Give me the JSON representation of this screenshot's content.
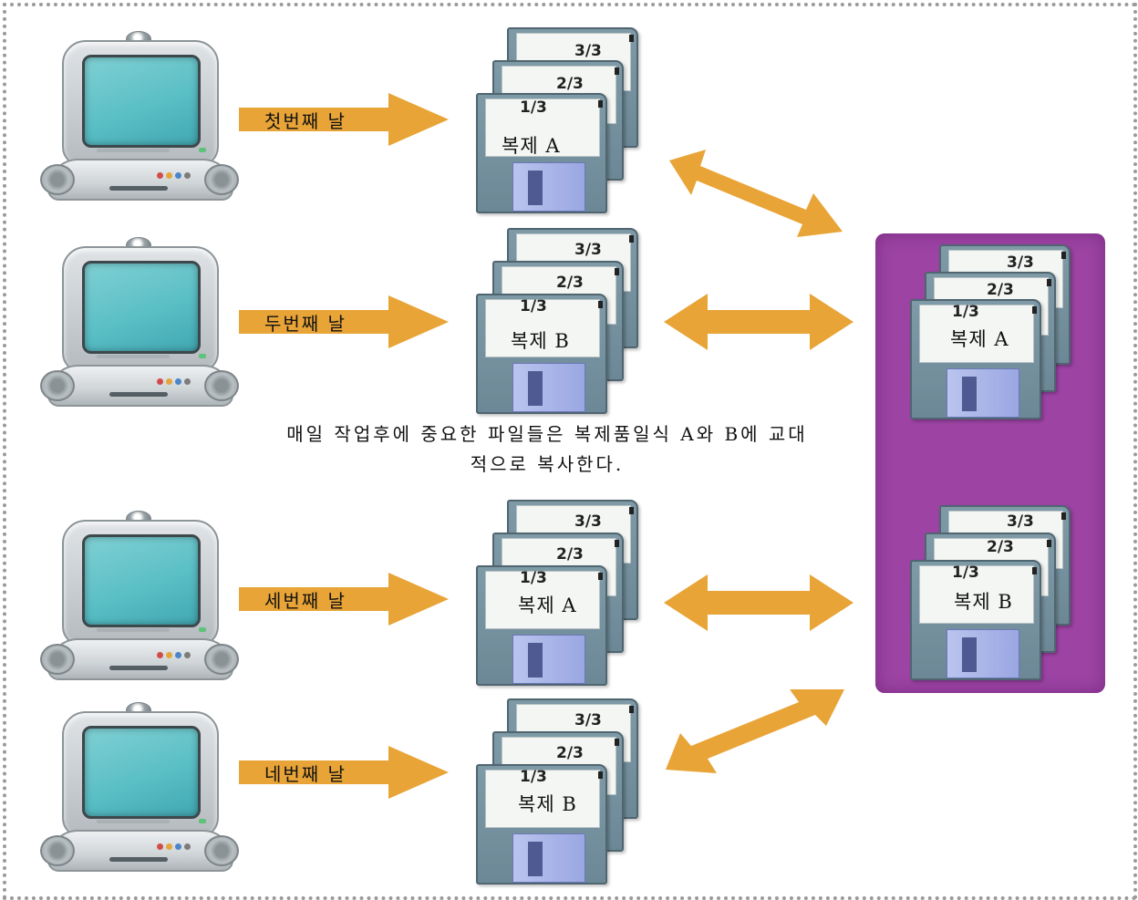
{
  "colors": {
    "arrow": "#e8a437",
    "storage_box": "#9c43a4",
    "screen": "#5bbfc6"
  },
  "rows": [
    {
      "day_label": "첫번째 날",
      "disk_labels": [
        "3/3",
        "2/3",
        "1/3"
      ],
      "copy_name": "복제 A"
    },
    {
      "day_label": "두번째 날",
      "disk_labels": [
        "3/3",
        "2/3",
        "1/3"
      ],
      "copy_name": "복제 B"
    },
    {
      "day_label": "세번째 날",
      "disk_labels": [
        "3/3",
        "2/3",
        "1/3"
      ],
      "copy_name": "복제 A"
    },
    {
      "day_label": "네번째 날",
      "disk_labels": [
        "3/3",
        "2/3",
        "1/3"
      ],
      "copy_name": "복제 B"
    }
  ],
  "storage": [
    {
      "disk_labels": [
        "3/3",
        "2/3",
        "1/3"
      ],
      "copy_name": "복제 A"
    },
    {
      "disk_labels": [
        "3/3",
        "2/3",
        "1/3"
      ],
      "copy_name": "복제 B"
    }
  ],
  "caption": {
    "line1": "매일 작업후에 중요한 파일들은 복제품일식 A와 B에 교대",
    "line2": "적으로 복사한다."
  }
}
